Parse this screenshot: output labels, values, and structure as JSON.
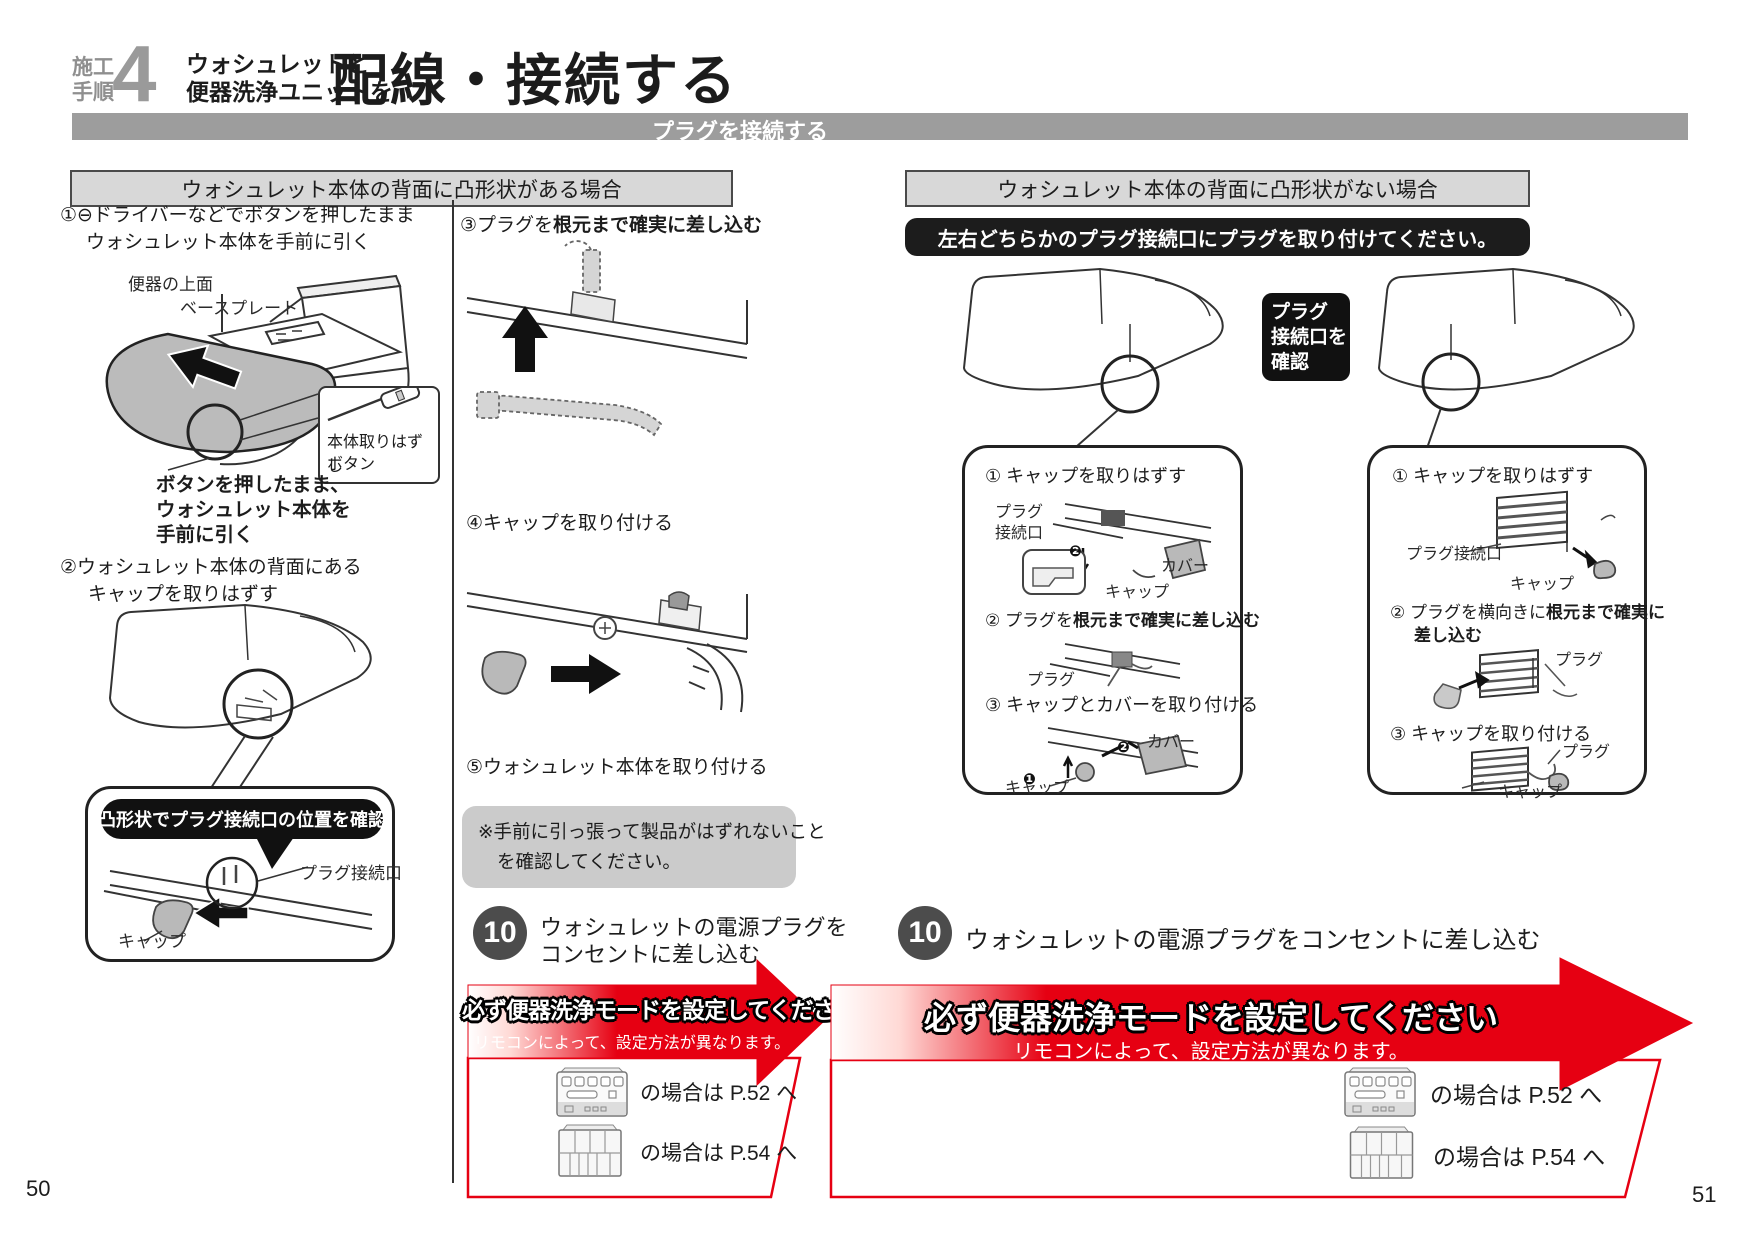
{
  "header": {
    "tag_line1": "施工",
    "tag_line2": "手順",
    "step_number": "4",
    "lead_line1": "ウォシュレットと",
    "lead_line2": "便器洗浄ユニットを",
    "title": "配線・接続する",
    "section_bar": "プラグを接続する"
  },
  "left": {
    "section_header": "ウォシュレット本体の背面に凸形状がある場合",
    "step1_line1": "①⊖ドライバーなどでボタンを押したまま",
    "step1_line2": "ウォシュレット本体を手前に引く",
    "label_bowl_top": "便器の上面",
    "label_baseplate": "ベースプレート",
    "callout_line1": "本体取りはずし",
    "callout_line2": "ボタン",
    "pull_line1": "ボタンを押したまま、",
    "pull_line2": "ウォシュレット本体を",
    "pull_line3": "手前に引く",
    "step2_line1": "②ウォシュレット本体の背面にある",
    "step2_line2": "キャップを取りはずす",
    "bubble_title": "凸形状でプラグ接続口の位置を確認",
    "label_plug_port": "プラグ接続口",
    "label_cap": "キャップ",
    "step3_prefix": "③プラグを",
    "step3_bold": "根元まで確実に差し込む",
    "step4": "④キャップを取り付ける",
    "step5": "⑤ウォシュレット本体を取り付ける",
    "note_line1": "※手前に引っ張って製品がはずれないこと",
    "note_line2": "を確認してください。",
    "step10": {
      "number": "10",
      "line1": "ウォシュレットの電源プラグを",
      "line2": "コンセントに差し込む"
    },
    "banner": {
      "title": "必ず便器洗浄モードを設定してください",
      "subtitle": "リモコンによって、設定方法が異なります。",
      "case_52": "の場合は P.52 へ",
      "case_54": "の場合は P.54 へ"
    }
  },
  "right": {
    "section_header": "ウォシュレット本体の背面に凸形状がない場合",
    "instruction_bar": "左右どちらかのプラグ接続口にプラグを取り付けてください。",
    "check_line1": "プラグ",
    "check_line2": "接続口を",
    "check_line3": "確認",
    "bubble_a": {
      "step1": "① キャップを取りはずす",
      "label_plug": "プラグ",
      "label_port": "接続口",
      "label_cover": "カバー",
      "label_cap": "キャップ",
      "marker1": "❶",
      "marker2": "❷",
      "step2_prefix": "② プラグを",
      "step2_bold": "根元まで確実に差し込む",
      "label_plug2": "プラグ",
      "step3": "③ キャップとカバーを取り付ける",
      "label_cover2": "カバー",
      "label_cap2": "キャップ"
    },
    "bubble_b": {
      "step1": "① キャップを取りはずす",
      "label_port": "プラグ接続口",
      "label_cap": "キャップ",
      "step2_prefix": "② プラグを横向きに",
      "step2_bold1": "根元まで確実に",
      "step2_bold2": "差し込む",
      "label_plug": "プラグ",
      "step3": "③ キャップを取り付ける",
      "label_plug2": "プラグ",
      "label_cap2": "キャップ"
    },
    "step10": {
      "number": "10",
      "text": "ウォシュレットの電源プラグをコンセントに差し込む"
    },
    "banner": {
      "title": "必ず便器洗浄モードを設定してください",
      "subtitle": "リモコンによって、設定方法が異なります。",
      "case_52": "の場合は P.52 へ",
      "case_54": "の場合は P.54 へ"
    }
  },
  "footer": {
    "page_left": "50",
    "page_right": "51"
  },
  "colors": {
    "accent_red": "#e60012",
    "bar_gray": "#9d9d9d",
    "panel_gray": "#d8d8d8",
    "ink_black": "#1c1c1c",
    "note_gray": "#cbcbcb",
    "step_circle_gray": "#4c4c4c"
  }
}
